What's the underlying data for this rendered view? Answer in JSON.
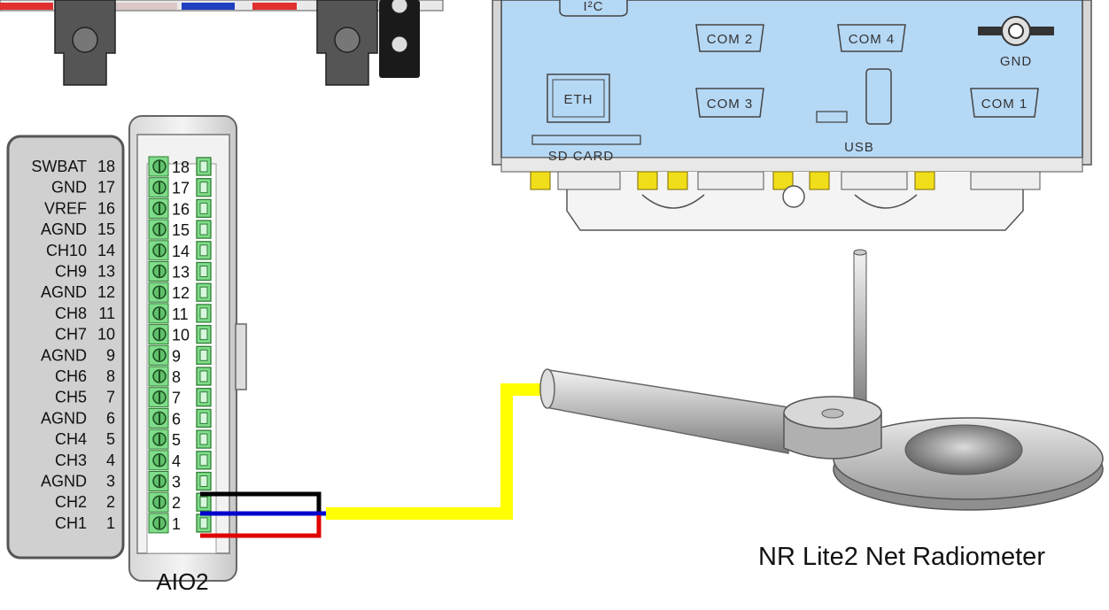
{
  "logger": {
    "ports": {
      "i2c": "I²C",
      "com1": "COM 1",
      "com2": "COM 2",
      "com3": "COM 3",
      "com4": "COM 4",
      "eth": "ETH",
      "sd_card": "SD CARD",
      "usb": "USB",
      "gnd": "GND"
    }
  },
  "aio2": {
    "title": "AIO2",
    "pins": [
      {
        "name": "SWBAT",
        "num": "18"
      },
      {
        "name": "GND",
        "num": "17"
      },
      {
        "name": "VREF",
        "num": "16"
      },
      {
        "name": "AGND",
        "num": "15"
      },
      {
        "name": "CH10",
        "num": "14"
      },
      {
        "name": "CH9",
        "num": "13"
      },
      {
        "name": "AGND",
        "num": "12"
      },
      {
        "name": "CH8",
        "num": "11"
      },
      {
        "name": "CH7",
        "num": "10"
      },
      {
        "name": "AGND",
        "num": "9"
      },
      {
        "name": "CH6",
        "num": "8"
      },
      {
        "name": "CH5",
        "num": "7"
      },
      {
        "name": "AGND",
        "num": "6"
      },
      {
        "name": "CH4",
        "num": "5"
      },
      {
        "name": "CH3",
        "num": "4"
      },
      {
        "name": "AGND",
        "num": "3"
      },
      {
        "name": "CH2",
        "num": "2"
      },
      {
        "name": "CH1",
        "num": "1"
      }
    ]
  },
  "sensor": {
    "label": "NR Lite2 Net Radiometer"
  },
  "wires": {
    "black": "#000000",
    "blue": "#0000cc",
    "red": "#e00000",
    "cable": "#ffff00"
  },
  "colors": {
    "logger_panel": "#b5d8f5",
    "terminal_green": "#7fdc8a",
    "label_box": "#d0d0d0"
  }
}
